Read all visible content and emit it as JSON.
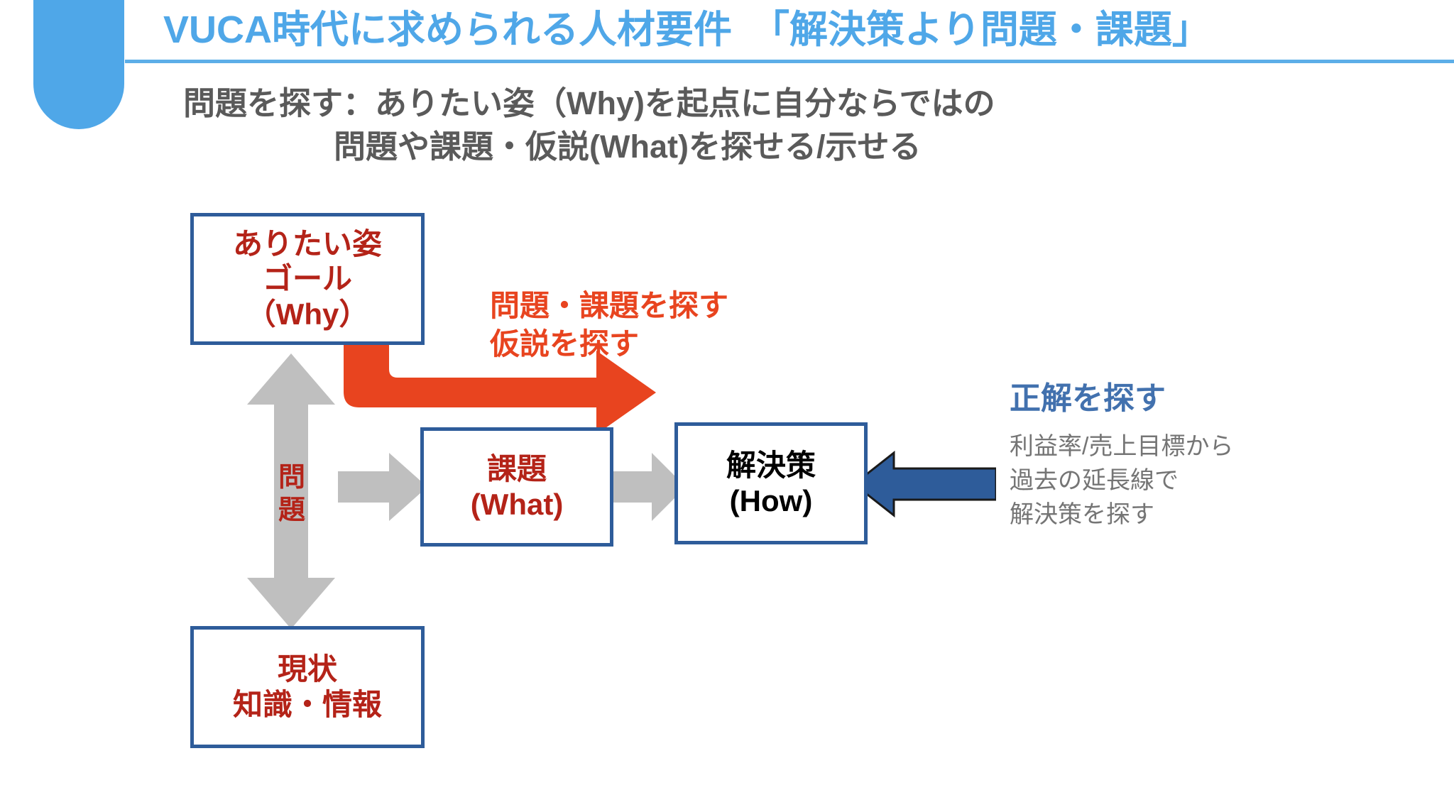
{
  "header": {
    "title": "VUCA時代に求められる人材要件　「解決策より問題・課題」",
    "accent_color": "#4FA7E8"
  },
  "subtitle": {
    "line1": "問題を探す：ありたい姿（Why)を起点に自分ならではの",
    "line2": "問題や課題・仮説(What)を探せる/示せる"
  },
  "diagram": {
    "boxes": {
      "why": {
        "line1": "ありたい姿",
        "line2": "ゴール",
        "line3": "（Why）",
        "text_color": "#B42318",
        "border_color": "#2E5C9A"
      },
      "what": {
        "line1": "課題",
        "line2": "(What)",
        "text_color": "#B42318",
        "border_color": "#2E5C9A"
      },
      "how": {
        "line1": "解決策",
        "line2": "(How)",
        "text_color": "#000000",
        "border_color": "#2E5C9A"
      },
      "current": {
        "line1": "現状",
        "line2": "知識・情報",
        "text_color": "#B42318",
        "border_color": "#2E5C9A"
      }
    },
    "vertical_gap_label": {
      "char1": "問",
      "char2": "題",
      "color": "#B42318"
    },
    "orange_label": {
      "line1": "問題・課題を探す",
      "line2": "仮説を探す",
      "color": "#E8441F"
    },
    "right_note": {
      "heading": "正解を探す",
      "heading_color": "#4271AE",
      "body_line1": "利益率/売上目標から",
      "body_line2": "過去の延長線で",
      "body_line3": "解決策を探す",
      "body_color": "#757575"
    },
    "arrow_colors": {
      "gray": "#BFBFBF",
      "orange": "#E8441F",
      "blue": "#2E5C9A"
    }
  }
}
